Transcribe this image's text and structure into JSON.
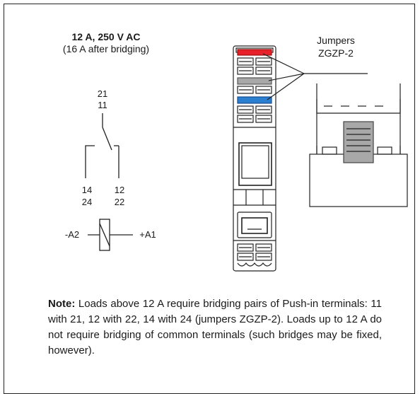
{
  "rating": {
    "main": "12 A, 250 V AC",
    "sub": "(16 A after bridging)"
  },
  "terminals": {
    "top_a": "21",
    "top_b": "11",
    "bottom_left_a": "14",
    "bottom_left_b": "24",
    "bottom_right_a": "12",
    "bottom_right_b": "22"
  },
  "coil": {
    "left": "-A2",
    "right": "+A1"
  },
  "jumpers": {
    "line1": "Jumpers",
    "line2": "ZGZP-2"
  },
  "note": {
    "label": "Note:",
    "text": " Loads above 12 A require bridging pairs of Push-in terminals: 11 with 21, 12 with 22, 14 with 24 (jumpers ZGZP-2). Loads up to 12 A do not require bridging of common terminals (such bridges may be fixed, however)."
  },
  "colors": {
    "jumper_red": "#e8202a",
    "jumper_blue": "#2a7fd0",
    "jumper_gray": "#a8a8a8"
  }
}
